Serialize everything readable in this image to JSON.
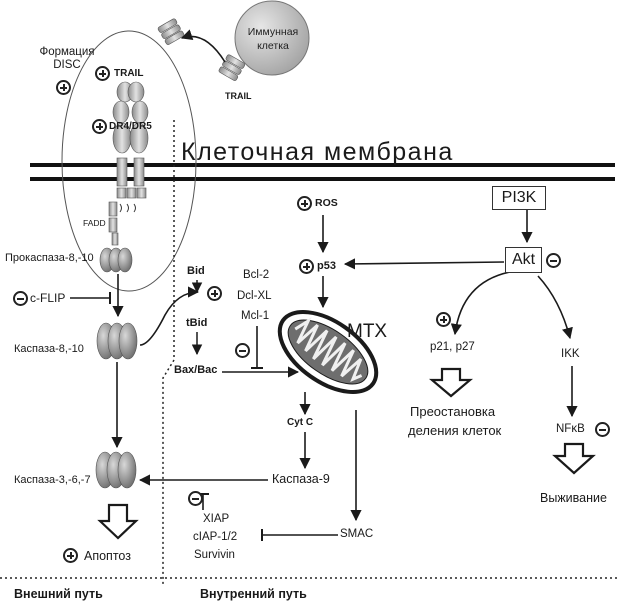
{
  "labels": {
    "immune_cell": "Иммунная клетка",
    "trail_cell": "TRAIL",
    "disc_formation": "Формация DISC",
    "trail_receptor_side": "TRAIL",
    "dr": "DR4/DR5",
    "membrane": "Клеточная мембрана",
    "fadd": "FADD",
    "procaspase": "Прокаспаза-8,-10",
    "cflip": "c-FLIP",
    "caspase8": "Каспаза-8,-10",
    "caspase3": "Каспаза-3,-6,-7",
    "apoptosis": "Апоптоз",
    "external": "Внешний путь",
    "internal": "Внутренний путь",
    "bid": "Bid",
    "tbid": "tBid",
    "baxbac": "Bax/Bac",
    "bcl2": "Bcl-2",
    "bclxl": "Dcl-XL",
    "mcl1": "Mcl-1",
    "ros": "ROS",
    "p53": "p53",
    "mtx": "MTX",
    "cytc": "Cyt C",
    "caspase9": "Каспаза-9",
    "smac": "SMAC",
    "xiap": "XIAP",
    "ciap": "cIAP-1/2",
    "survivin": "Survivin",
    "pi3k": "PI3K",
    "akt": "Akt",
    "p21": "p21, p27",
    "arrest_1": "Преостановка",
    "arrest_2": "деления клеток",
    "ikk": "IKK",
    "nfkb": "NFκB",
    "survival": "Выживание"
  },
  "colors": {
    "line": "#1a1a1a",
    "membrane": "#111111",
    "grey_cell": "#b9b9b9"
  },
  "icons": {
    "plus": "plus-circle-icon",
    "minus": "minus-circle-icon"
  }
}
